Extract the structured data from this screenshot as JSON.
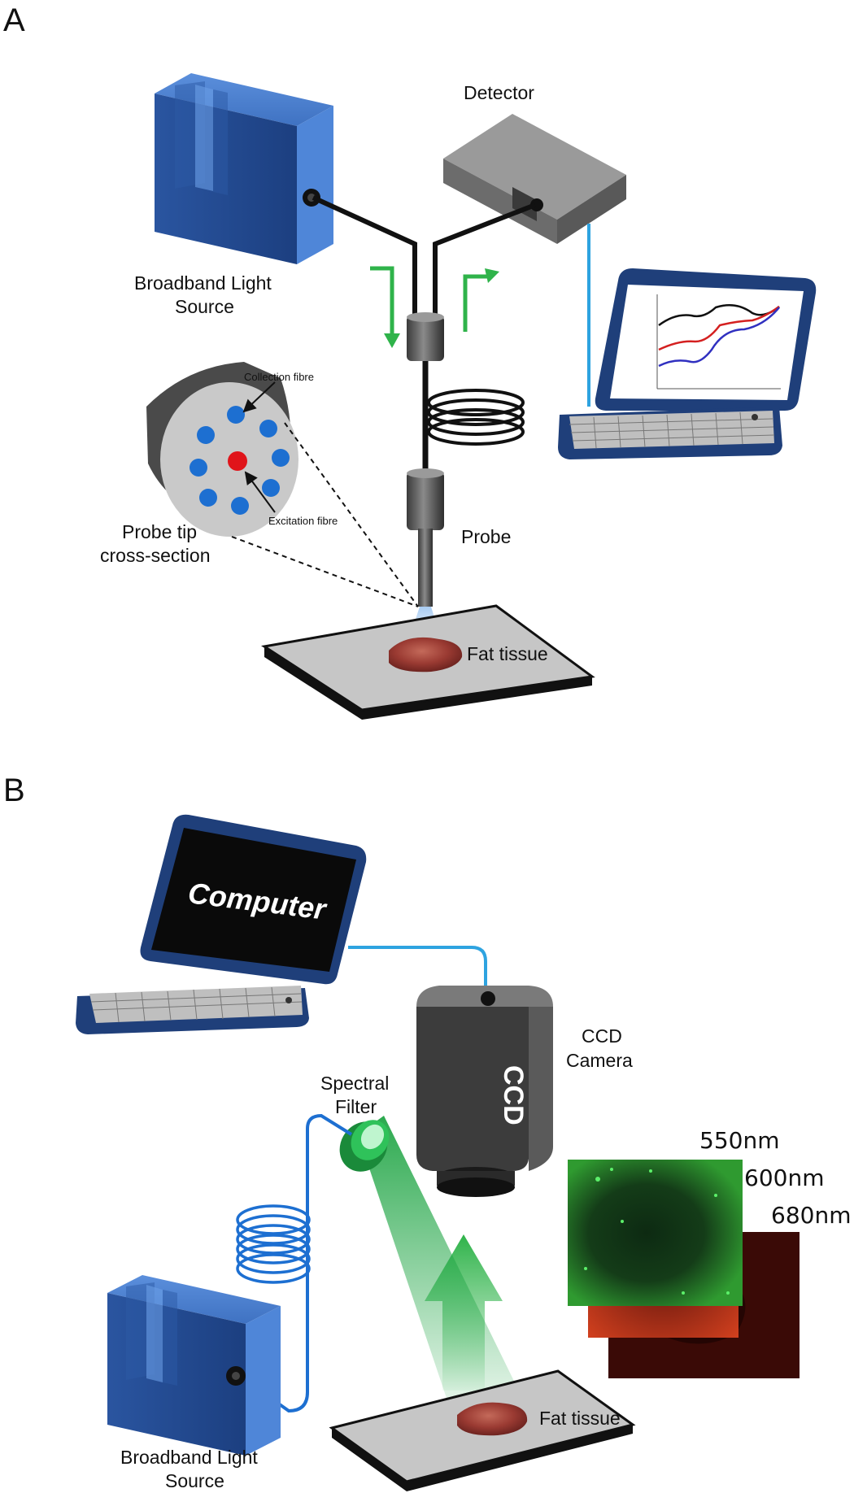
{
  "panel_a": {
    "letter": "A",
    "detector": "Detector",
    "light_source_line1": "Broadband Light",
    "light_source_line2": "Source",
    "collection_fibre": "Collection fibre",
    "excitation_fibre": "Excitation fibre",
    "probe_tip_line1": "Probe tip",
    "probe_tip_line2": "cross-section",
    "probe": "Probe",
    "tissue": "Fat tissue"
  },
  "panel_b": {
    "letter": "B",
    "computer": "Computer",
    "ccd_body": "CCD",
    "camera_line1": "CCD",
    "camera_line2": "Camera",
    "filter_line1": "Spectral",
    "filter_line2": "Filter",
    "tissue": "Fat tissue",
    "light_source_line1": "Broadband Light",
    "light_source_line2": "Source",
    "wavelengths": [
      "550nm",
      "600nm",
      "680nm"
    ]
  },
  "colors": {
    "light_source": "#3a6fc4",
    "detector": "#8a8a8a",
    "arrow_green": "#2fb34a",
    "cable_blue": "#2ea3e0",
    "fibre_blue": "#1d6fd1",
    "excitation_red": "#e0141a",
    "laptop_frame": "#1f3f7a",
    "img_550": "#2a8a2a",
    "img_600": "#c2311c",
    "img_680": "#3a0a06"
  }
}
